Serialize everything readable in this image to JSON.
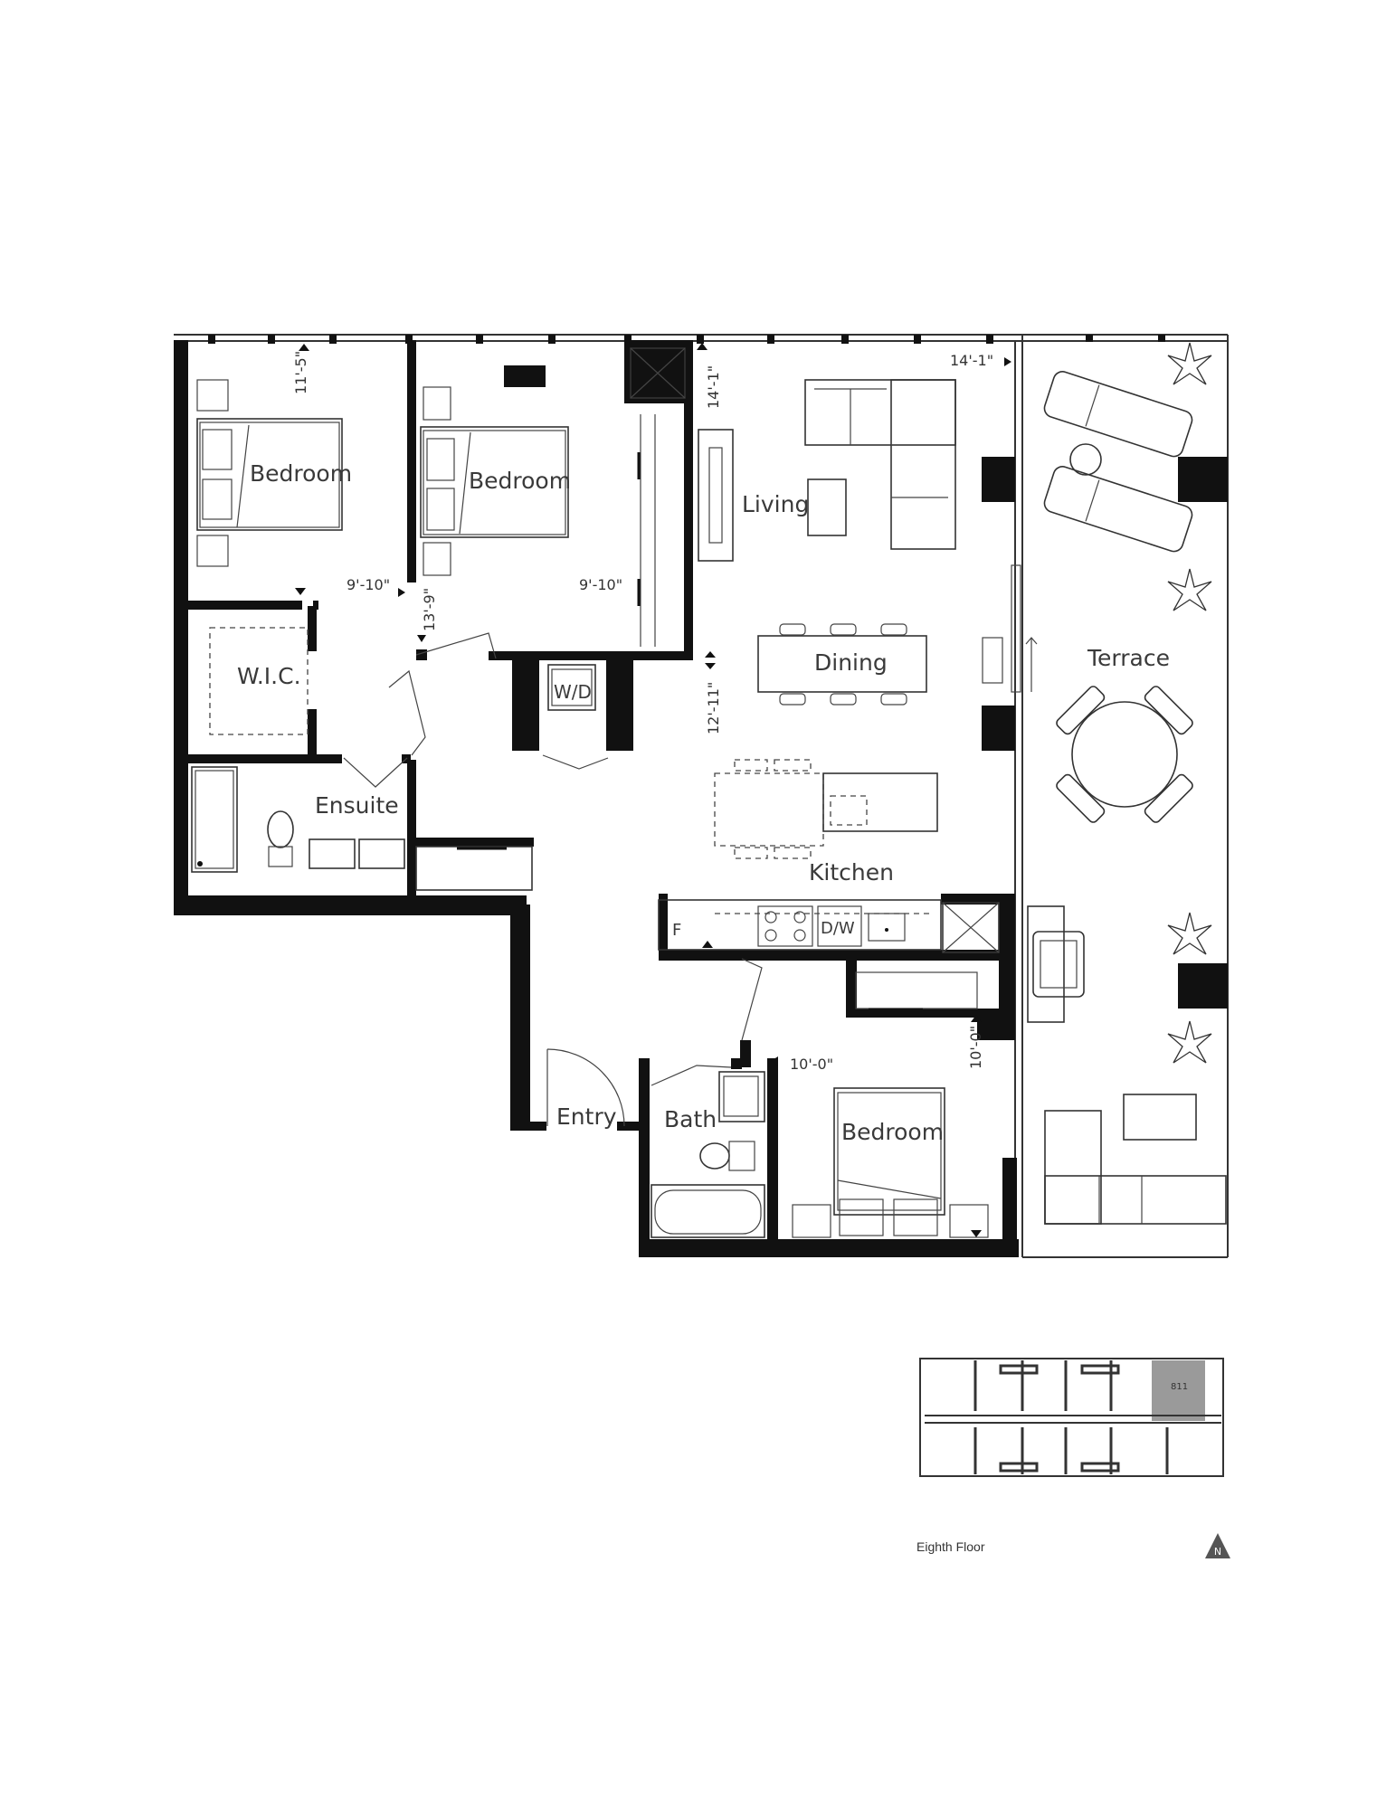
{
  "rooms": {
    "bedroom_1": "Bedroom",
    "bedroom_2": "Bedroom",
    "bedroom_3": "Bedroom",
    "wic": "W.I.C.",
    "ensuite": "Ensuite",
    "living": "Living",
    "dining": "Dining",
    "kitchen": "Kitchen",
    "terrace": "Terrace",
    "bath": "Bath",
    "entry": "Entry"
  },
  "appliances": {
    "washer_dryer": "W/D",
    "fridge": "F",
    "dishwasher": "D/W"
  },
  "dimensions": {
    "bedroom_1_depth": "11'-5\"",
    "bedroom_1_width": "9'-10\"",
    "bedroom_2_depth": "13'-9\"",
    "bedroom_2_width": "9'-10\"",
    "living_depth": "14'-1\"",
    "living_width": "14'-1\"",
    "kitchen_depth": "12'-11\"",
    "bedroom_3_width": "10'-0\"",
    "bedroom_3_depth": "10'-0\""
  },
  "keyplan": {
    "unit_number": "811",
    "floor": "Eighth Floor",
    "north_label": "N"
  },
  "colors": {
    "wall": "#111111",
    "highlight_unit": "#9a9a9a",
    "text": "#3a3a3a"
  }
}
